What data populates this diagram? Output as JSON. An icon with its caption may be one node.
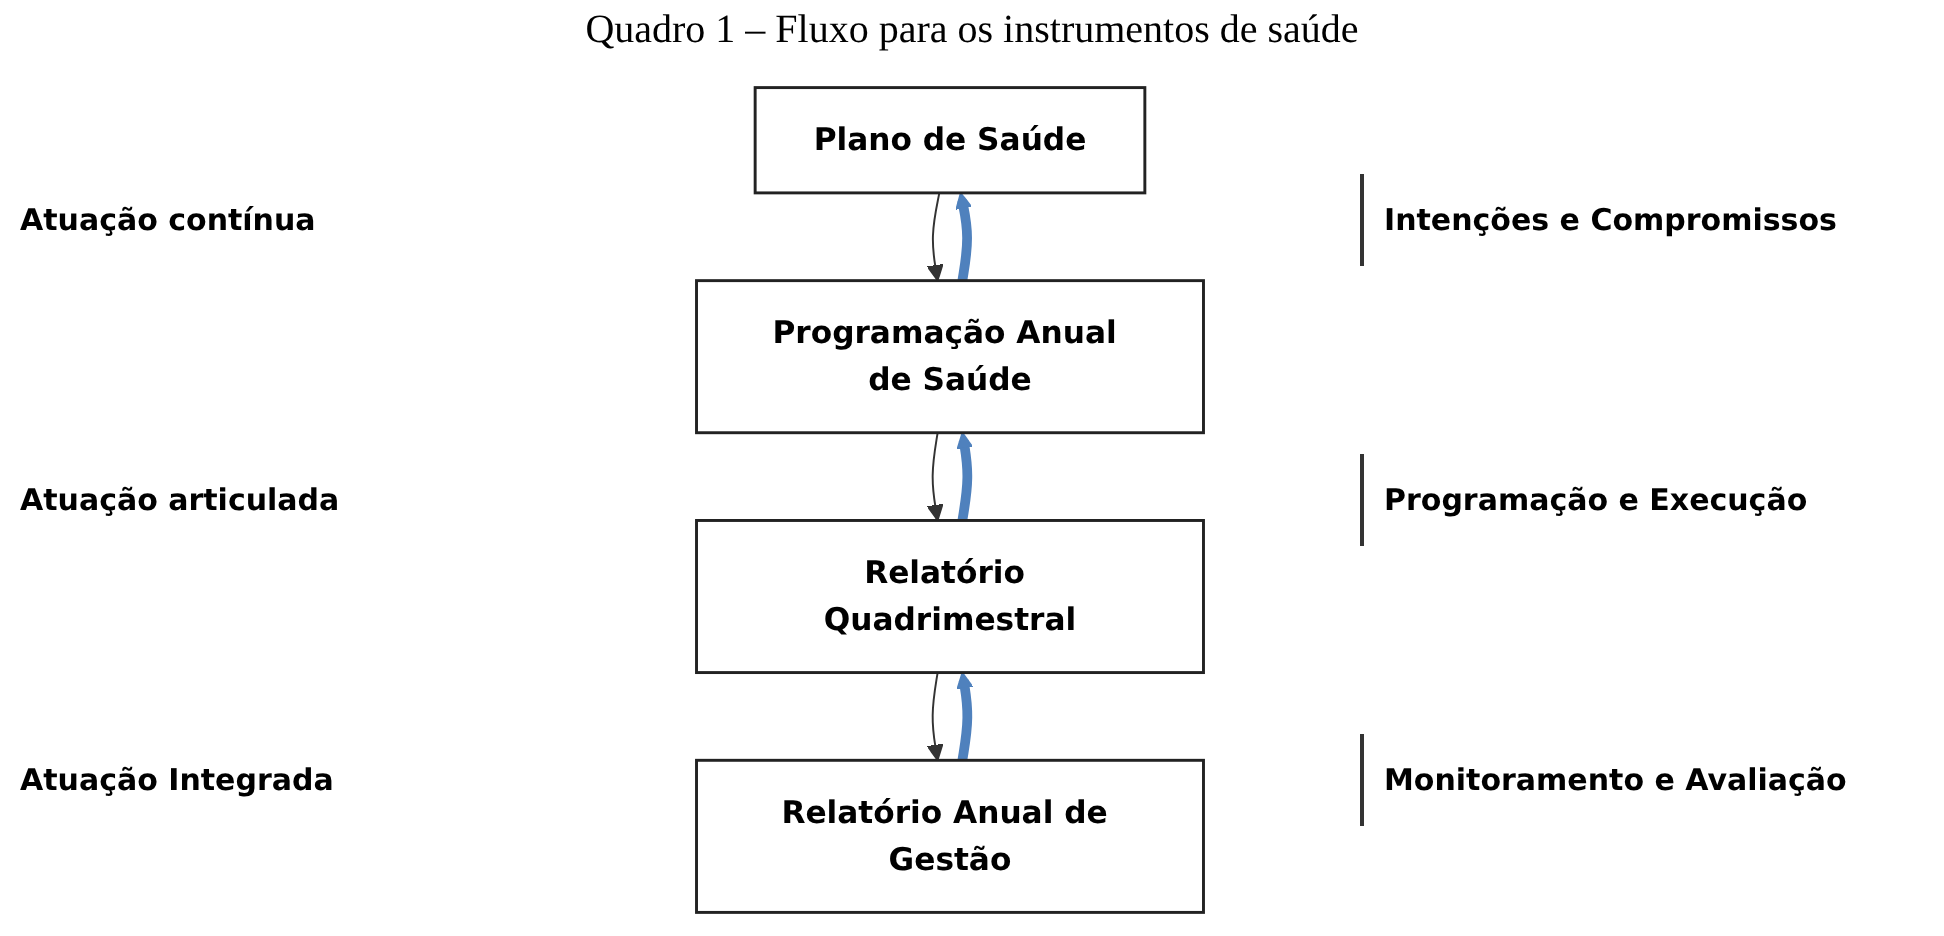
{
  "diagram": {
    "title": "Quadro 1 – Fluxo para os instrumentos de saúde",
    "nodes": [
      {
        "text": [
          "Plano de Saúde"
        ]
      },
      {
        "text": [
          "Programação Anual de Saúde"
        ]
      },
      {
        "text": [
          "Relatório Quadrimestral"
        ]
      },
      {
        "text": [
          "Relatório Anual de Gestão"
        ]
      }
    ],
    "edges": [
      {
        "from": 0,
        "to": 1,
        "arrow": "to"
      },
      {
        "from": 1,
        "to": 0,
        "arrow": "to",
        "style": "thick",
        "color": "#4f81bd"
      },
      {
        "from": 1,
        "to": 2,
        "arrow": "to"
      },
      {
        "from": 2,
        "to": 1,
        "arrow": "to",
        "style": "thick",
        "color": "#4f81bd"
      },
      {
        "from": 2,
        "to": 3,
        "arrow": "to"
      },
      {
        "from": 3,
        "to": 2,
        "arrow": "to",
        "style": "thick",
        "color": "#4f81bd"
      }
    ],
    "labels": [
      "Intenções e Compromissos",
      "Atuação contínua",
      "Programação e Execução",
      "Atuação articulada",
      "Atuação Integrada",
      "Monitoramento e Avaliação"
    ]
  }
}
